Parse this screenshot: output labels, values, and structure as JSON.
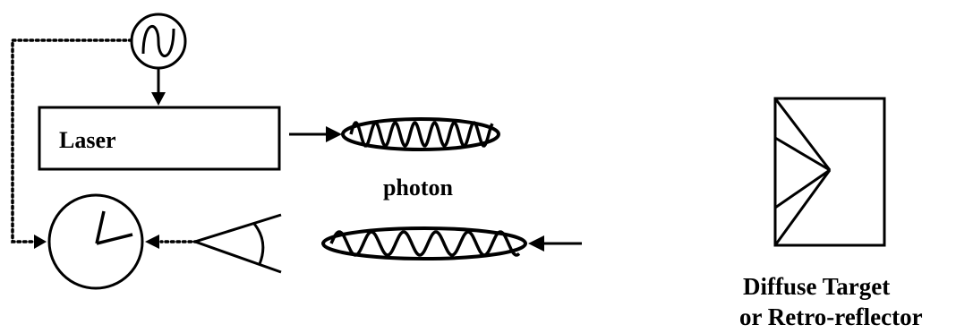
{
  "diagram": {
    "labels": {
      "laser": "Laser",
      "photon": "photon",
      "target_line1": "Diffuse Target",
      "target_line2": "or Retro-reflector"
    }
  }
}
